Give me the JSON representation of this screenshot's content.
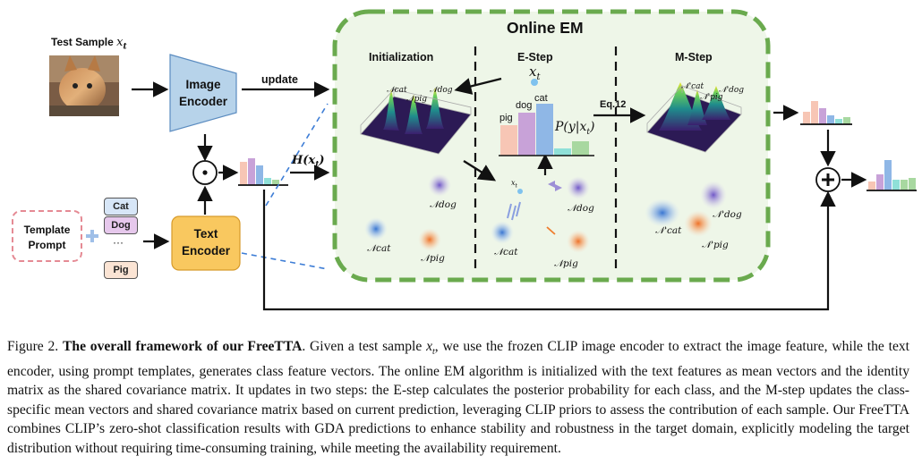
{
  "input": {
    "test_sample_label": "Test Sample",
    "test_sample_var": "x",
    "test_sample_sub": "t"
  },
  "encoders": {
    "image_encoder": [
      "Image",
      "Encoder"
    ],
    "text_encoder": [
      "Text",
      "Encoder"
    ],
    "update_label": "update",
    "h_label": "H(x",
    "h_sub": "t",
    "h_close": ")"
  },
  "prompt": {
    "template_prompt": [
      "Template",
      "Prompt"
    ],
    "classes": [
      "Cat",
      "Dog",
      "···",
      "Pig"
    ]
  },
  "online_em": {
    "title": "Online EM",
    "sections": [
      "Initialization",
      "E-Step",
      "M-Step"
    ],
    "eq_label": "Eq.12",
    "estep_x": "x",
    "estep_x_sub": "t",
    "bar_labels": [
      "pig",
      "dog",
      "cat"
    ],
    "posterior": "P(y|x",
    "posterior_sub": "t",
    "posterior_close": ")",
    "init_peaks": [
      "𝒩cat",
      "𝒩pig",
      "𝒩dog"
    ],
    "init_gauss": {
      "dog": "𝒩dog",
      "cat": "𝒩cat",
      "pig": "𝒩pig"
    },
    "estep_small_x": "x",
    "estep_small_x_sub": "t",
    "estep_gauss": {
      "dog": "𝒩dog",
      "cat": "𝒩cat",
      "pig": "𝒩pig"
    },
    "mstep_peaks": [
      "𝒩'cat",
      "𝒩'pig",
      "𝒩'dog"
    ],
    "mstep_gauss": {
      "dog": "𝒩'dog",
      "cat": "𝒩'cat",
      "pig": "𝒩'pig"
    }
  },
  "caption": {
    "prefix": "Figure 2.",
    "title": "The overall framework of our FreeTTA",
    "body_1": ". Given a test sample ",
    "var": "x",
    "var_sub": "t",
    "body_2": ", we use the frozen CLIP image encoder to extract the image feature, while the text encoder, using prompt templates, generates class feature vectors. The online EM algorithm is initialized with the text features as mean vectors and the identity matrix as the shared covariance matrix. It updates in two steps: the E-step calculates the posterior probability for each class, and the M-step updates the class-specific mean vectors and shared covariance matrix based on current prediction, leveraging CLIP priors to assess the contribution of each sample. Our FreeTTA combines CLIP’s zero-shot classification results with GDA predictions to enhance stability and robustness in the target domain, explicitly modeling the target distribution without requiring time-consuming training, while meeting the availability requirement."
  },
  "colors": {
    "em_border": "#6aaa4e",
    "em_fill": "#eef6e8",
    "image_encoder": "#b7d3ea",
    "text_encoder": "#f9c85f",
    "bar_pink": "#f7c6b5",
    "bar_purple": "#c8a2d8",
    "bar_blue": "#8fb7e6",
    "bar_teal": "#8fe0d8",
    "bar_green": "#a8d8a0",
    "gauss_blue": "#3b7bd4",
    "gauss_orange": "#ef7d2e",
    "gauss_purple": "#7a5fc9"
  }
}
